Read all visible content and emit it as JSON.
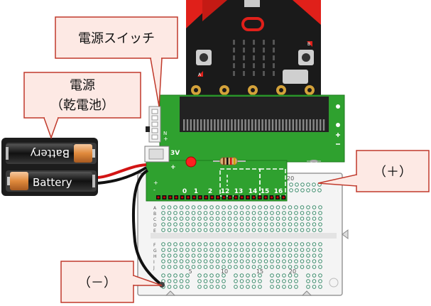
{
  "callouts": {
    "power_switch": "電源スイッチ",
    "power_line1": "電源",
    "power_line2": "（乾電池）",
    "plus": "（＋）",
    "minus": "（－）"
  },
  "battery": {
    "label_top": "Battery",
    "label_bottom": "Battery"
  },
  "board": {
    "voltage": "3V",
    "plus_mark": "+",
    "pins": [
      "0",
      "1",
      "2",
      "12",
      "13",
      "14",
      "15",
      "16"
    ],
    "bb_col_numbers": [
      "5",
      "10",
      "15",
      "20"
    ],
    "bb_rows_top": [
      "A",
      "B",
      "C",
      "D",
      "E"
    ],
    "bb_rows_bottom": [
      "F",
      "G",
      "H",
      "I",
      "J"
    ],
    "bb_top_number": "20",
    "switch_marks": [
      "N",
      "+"
    ]
  },
  "microbit": {
    "button_a": "A",
    "button_b": "B"
  },
  "colors": {
    "callout_border": "#c0392b",
    "callout_fill": "#fde9e4",
    "pcb_green": "#2fa12f",
    "microbit_black": "#1a1a1a",
    "microbit_red": "#e0201a",
    "wire_red": "#d21414"
  }
}
